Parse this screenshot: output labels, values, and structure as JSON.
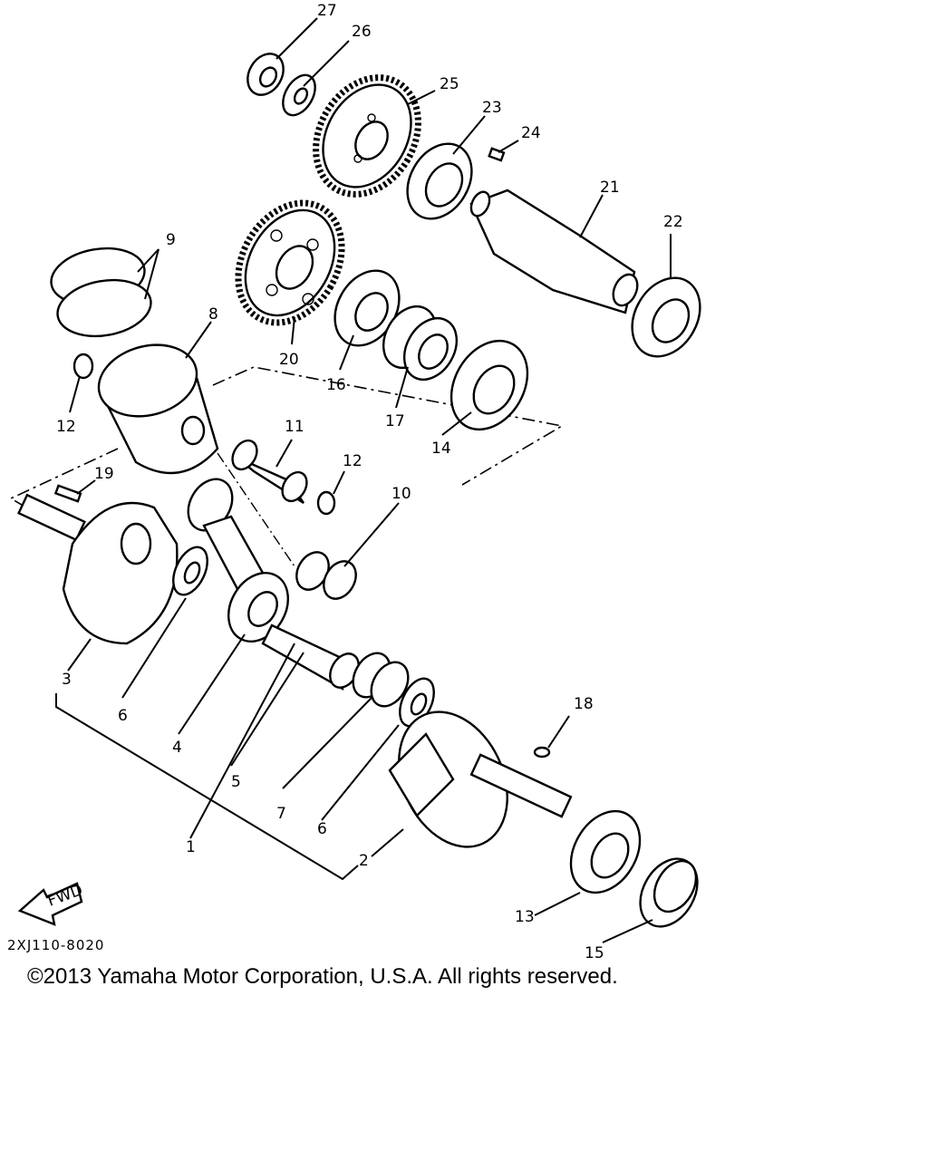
{
  "callouts": [
    {
      "id": "27",
      "text": "27"
    },
    {
      "id": "26",
      "text": "26"
    },
    {
      "id": "25",
      "text": "25"
    },
    {
      "id": "23",
      "text": "23"
    },
    {
      "id": "24",
      "text": "24"
    },
    {
      "id": "21",
      "text": "21"
    },
    {
      "id": "22",
      "text": "22"
    },
    {
      "id": "9",
      "text": "9"
    },
    {
      "id": "8",
      "text": "8"
    },
    {
      "id": "20",
      "text": "20"
    },
    {
      "id": "16",
      "text": "16"
    },
    {
      "id": "17",
      "text": "17"
    },
    {
      "id": "14",
      "text": "14"
    },
    {
      "id": "12a",
      "text": "12"
    },
    {
      "id": "11",
      "text": "11"
    },
    {
      "id": "12b",
      "text": "12"
    },
    {
      "id": "10",
      "text": "10"
    },
    {
      "id": "19",
      "text": "19"
    },
    {
      "id": "3",
      "text": "3"
    },
    {
      "id": "6a",
      "text": "6"
    },
    {
      "id": "4",
      "text": "4"
    },
    {
      "id": "5",
      "text": "5"
    },
    {
      "id": "1",
      "text": "1"
    },
    {
      "id": "7",
      "text": "7"
    },
    {
      "id": "6b",
      "text": "6"
    },
    {
      "id": "2",
      "text": "2"
    },
    {
      "id": "18",
      "text": "18"
    },
    {
      "id": "13",
      "text": "13"
    },
    {
      "id": "15",
      "text": "15"
    }
  ],
  "fwd_label": "FWD",
  "drawing_code": "2XJ110-8020",
  "copyright": "©2013 Yamaha Motor Corporation, U.S.A. All rights reserved."
}
